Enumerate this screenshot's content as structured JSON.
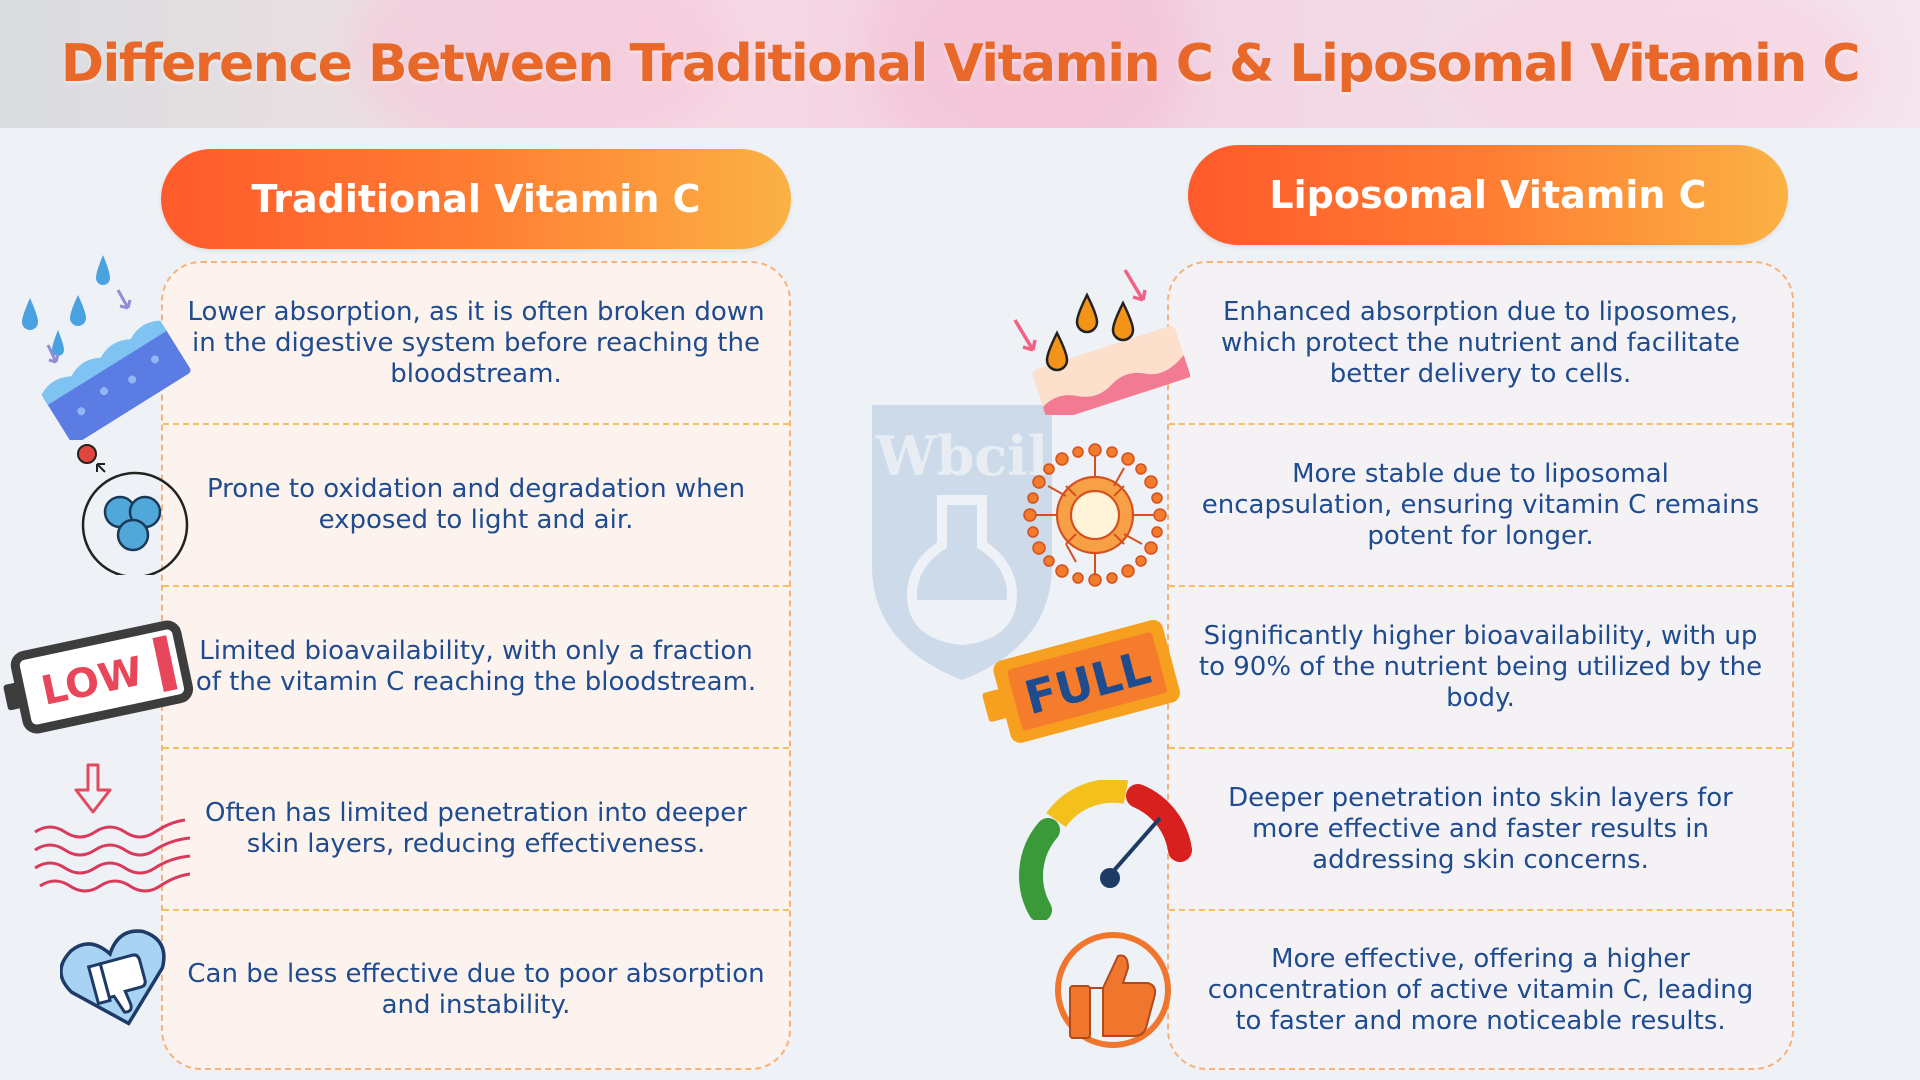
{
  "title": "Difference Between Traditional Vitamin C & Liposomal Vitamin C",
  "watermark_text": "Wbcil",
  "traditional": {
    "heading": "Traditional Vitamin C",
    "rows": [
      "Lower absorption, as it is often broken down in the digestive system before reaching the bloodstream.",
      "Prone to oxidation and degradation when exposed to light and air.",
      "Limited bioavailability, with only a fraction of the vitamin C reaching the bloodstream.",
      "Often has limited penetration into deeper skin layers, reducing effectiveness.",
      "Can be less effective due to poor absorption and instability."
    ],
    "icons": [
      "water-drops-sponge-icon",
      "molecule-oxidation-icon",
      "low-battery-icon",
      "skin-layers-arrow-icon",
      "thumbs-down-heart-icon"
    ],
    "low_label": "LOW"
  },
  "liposomal": {
    "heading": "Liposomal Vitamin C",
    "rows": [
      "Enhanced absorption due to liposomes, which protect the nutrient and facilitate better delivery to cells.",
      "More stable due to liposomal encapsulation, ensuring vitamin C remains potent for longer.",
      "Significantly higher bioavailability, with up to 90% of the nutrient being utilized by the body.",
      "Deeper penetration into skin layers for more effective and faster results in addressing skin concerns.",
      "More effective, offering a higher concentration of active vitamin C, leading to faster and more noticeable results."
    ],
    "icons": [
      "absorption-drops-icon",
      "liposome-icon",
      "full-battery-icon",
      "gauge-meter-icon",
      "thumbs-up-icon"
    ],
    "full_label": "FULL"
  },
  "colors": {
    "title": "#e8682a",
    "text": "#1f4b8f",
    "header_gradient_start": "#ff5a2b",
    "header_gradient_end": "#fbb244",
    "panel_border": "#f7b27a"
  }
}
